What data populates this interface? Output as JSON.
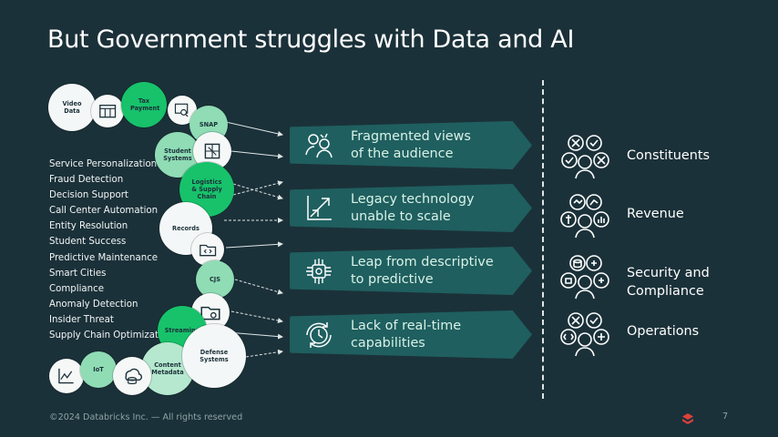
{
  "slide": {
    "title": "But Government struggles with Data and AI",
    "footer": "©2024 Databricks Inc. — All rights reserved",
    "page_number": "7"
  },
  "use_cases": [
    "Service Personalization",
    "Fraud Detection",
    "Decision Support",
    "Call Center Automation",
    "Entity Resolution",
    "Student Success",
    "Predictive Maintenance",
    "Smart Cities",
    "Compliance",
    "Anomaly Detection",
    "Insider Threat",
    "Supply Chain Optimization"
  ],
  "sources": {
    "video": "Video Data",
    "tax": "Tax Payment",
    "snap": "SNAP",
    "student": "Student Systems",
    "logistics": "Logistics & Supply Chain",
    "records": "Records",
    "cjs": "CJS",
    "streaming": "Streaming",
    "defense": "Defense Systems",
    "content": "Content Metadata",
    "iot": "IoT"
  },
  "challenges": [
    {
      "line1": "Fragmented views",
      "line2": "of the audience",
      "icon": "fragmented-people-icon"
    },
    {
      "line1": "Legacy technology",
      "line2": "unable to scale",
      "icon": "chart-arrow-icon"
    },
    {
      "line1": "Leap from descriptive",
      "line2": "to predictive",
      "icon": "circuit-brain-icon"
    },
    {
      "line1": "Lack of real-time",
      "line2": "capabilities",
      "icon": "clock-cycle-icon"
    }
  ],
  "impacts": [
    {
      "label": "Constituents",
      "icon": "people-check-cross-icon"
    },
    {
      "label": "Revenue",
      "icon": "people-money-icon"
    },
    {
      "label": "Security and Compliance",
      "line1": "Security and",
      "line2": "Compliance",
      "icon": "people-database-icon"
    },
    {
      "label": "Operations",
      "icon": "people-operations-icon"
    }
  ],
  "colors": {
    "background": "#1b3139",
    "band": "#1f5f5f",
    "green": "#17c26b",
    "mint": "#8fdcb5",
    "logo": "#e0403c"
  }
}
